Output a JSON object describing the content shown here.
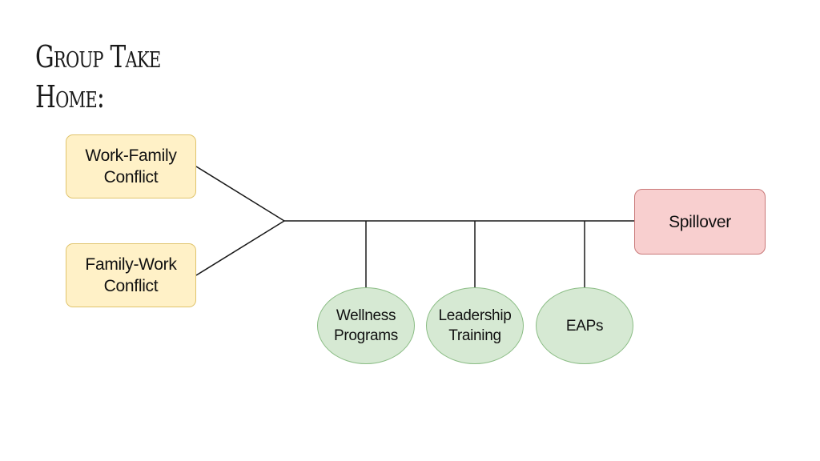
{
  "title": {
    "line1": "Group Take",
    "line2": "Home:"
  },
  "nodes": {
    "work_family": "Work-Family\nConflict",
    "family_work": "Family-Work\nConflict",
    "spillover": "Spillover",
    "wellness": "Wellness\nPrograms",
    "leadership": "Leadership\nTraining",
    "eaps": "EAPs"
  },
  "colors": {
    "cause_fill": "#fff1c7",
    "cause_border": "#e0c46c",
    "outcome_fill": "#f8cfcf",
    "outcome_border": "#c97979",
    "moderator_fill": "#d6e9d3",
    "moderator_border": "#8bbd85",
    "line": "#1a1a1a"
  }
}
